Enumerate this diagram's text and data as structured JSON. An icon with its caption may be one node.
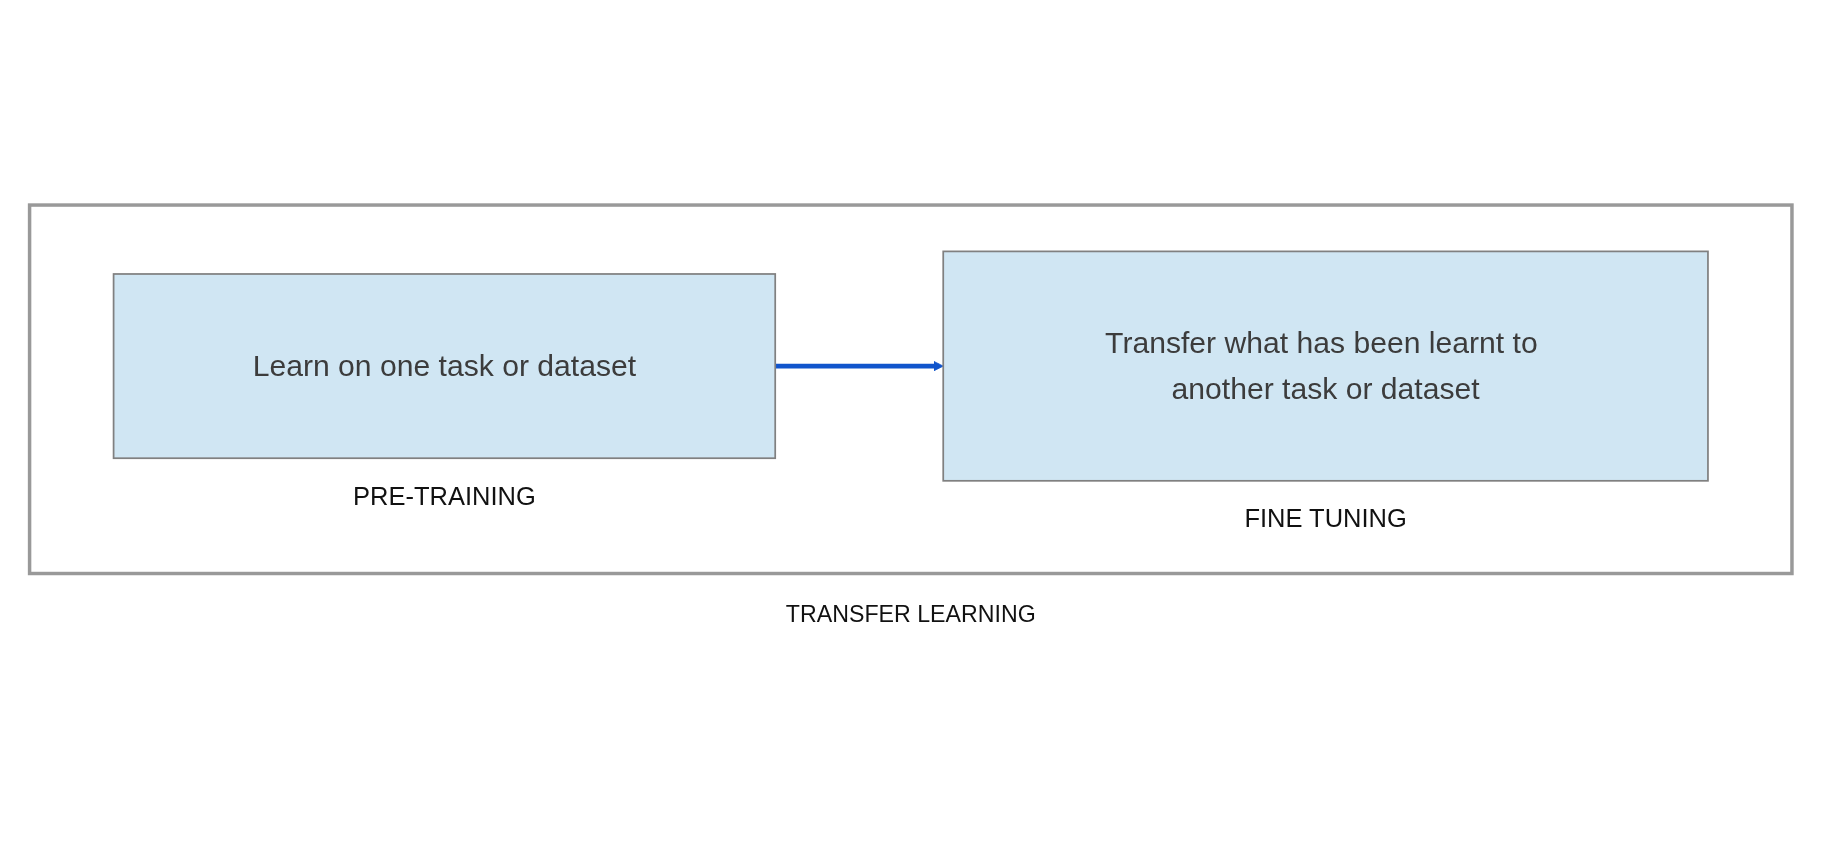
{
  "diagram": {
    "nodes": [
      {
        "text": [
          "TRANSFER LEARNING"
        ]
      },
      {
        "text": [
          "Learn on one task or dataset"
        ],
        "beside": [
          "PRE-TRAINING"
        ],
        "in": 0
      },
      {
        "text": [
          "Transfer what has been learnt to another task or dataset"
        ],
        "beside": [
          "FINE TUNING"
        ],
        "in": 0
      }
    ],
    "edges": [
      {
        "from": 1,
        "to": 2,
        "arrow": "to",
        "color": "#1155cc"
      }
    ]
  }
}
